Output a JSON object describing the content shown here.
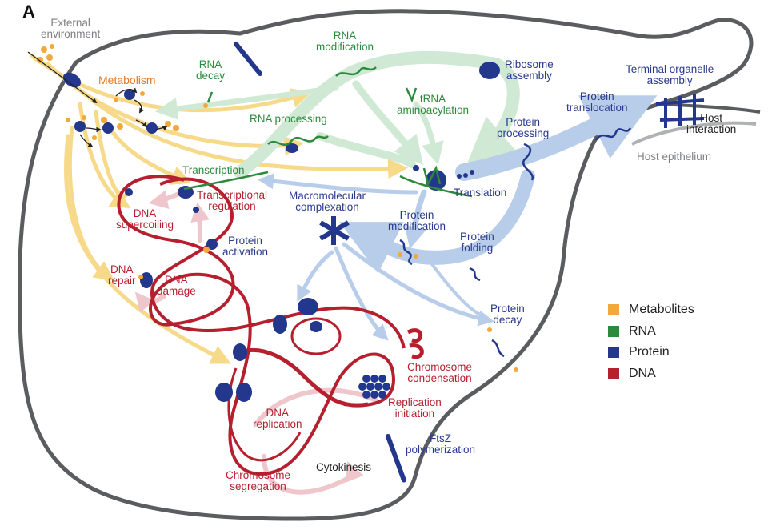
{
  "panel_label": "A",
  "labels": {
    "external_environment": "External\nenvironment",
    "metabolism": "Metabolism",
    "rna_decay": "RNA\ndecay",
    "rna_modification": "RNA\nmodification",
    "ribosome_assembly": "Ribosome\nassembly",
    "trna_aminoacylation": "tRNA\naminoacylation",
    "rna_processing": "RNA processing",
    "transcription": "Transcription",
    "transcriptional_regulation": "Transcriptional\nregulation",
    "dna_supercoiling": "DNA\nsupercoiling",
    "protein_activation": "Protein\nactivation",
    "dna_repair": "DNA\nrepair",
    "dna_damage": "DNA\ndamage",
    "macromolecular_complexation": "Macromolecular\ncomplexation",
    "protein_modification": "Protein\nmodification",
    "protein_processing": "Protein\nprocessing",
    "translation": "Translation",
    "protein_translocation": "Protein\ntranslocation",
    "terminal_organelle_assembly": "Terminal organelle\nassembly",
    "host_interaction": "Host\ninteraction",
    "host_epithelium": "Host epithelium",
    "protein_folding": "Protein\nfolding",
    "protein_decay": "Protein\ndecay",
    "chromosome_condensation": "Chromosome\ncondensation",
    "replication_initiation": "Replication\ninitiation",
    "dna_replication": "DNA\nreplication",
    "ftsz_polymerization": "FtsZ\npolymerization",
    "cytokinesis": "Cytokinesis",
    "chromosome_segregation": "Chromosome\nsegregation"
  },
  "legend": [
    {
      "label": "Metabolites",
      "color": "#f2a93b"
    },
    {
      "label": "RNA",
      "color": "#2d8a3c"
    },
    {
      "label": "Protein",
      "color": "#2a3a8c"
    },
    {
      "label": "DNA",
      "color": "#b51f2e"
    }
  ],
  "colors": {
    "membrane": "#5a5c60",
    "metabolite_flow": "#f7d98a",
    "rna_flow": "#cfe9d4",
    "protein_flow": "#b8cdea",
    "dna_flow": "#efc6cc",
    "dna": "#b51f2e",
    "protein": "#23378c",
    "metabolite": "#f2a93b",
    "rna": "#2d8a3c"
  }
}
